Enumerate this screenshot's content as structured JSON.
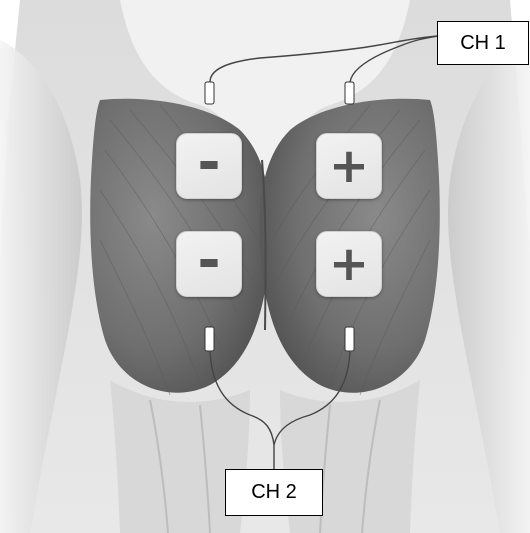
{
  "diagram": {
    "channels": [
      {
        "id": "ch1",
        "label": "CH 1"
      },
      {
        "id": "ch2",
        "label": "CH 2"
      }
    ],
    "electrodes": [
      {
        "channel": "CH 1",
        "polarity": "negative",
        "sign": "-"
      },
      {
        "channel": "CH 1",
        "polarity": "positive",
        "sign": "+"
      },
      {
        "channel": "CH 2",
        "polarity": "negative",
        "sign": "-"
      },
      {
        "channel": "CH 2",
        "polarity": "positive",
        "sign": "+"
      }
    ],
    "body_region": "gluteal-muscles",
    "colors": {
      "skin_light": "#e6e6e6",
      "muscle_dark": "#6e6e6e",
      "pad": "#ececec",
      "pad_sign": "#555555",
      "wire": "#444444"
    }
  }
}
